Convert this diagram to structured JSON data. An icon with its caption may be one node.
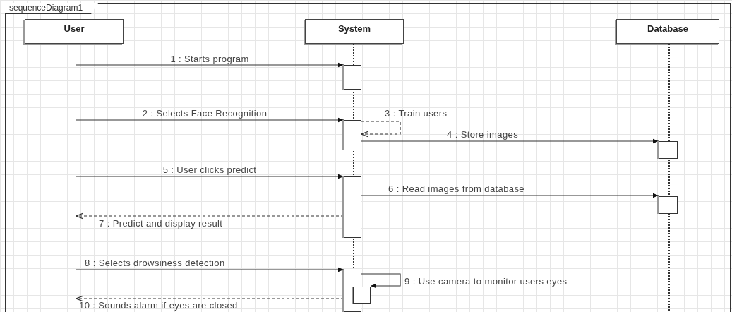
{
  "diagram": {
    "title": "sequenceDiagram1",
    "nodes": [
      {
        "text": [
          "User"
        ]
      },
      {
        "text": [
          "System"
        ]
      },
      {
        "text": [
          "Database"
        ]
      },
      {
        "text": [],
        "shape": "line"
      },
      {
        "text": [],
        "shape": "line"
      },
      {
        "text": [],
        "shape": "line"
      },
      {
        "text": [],
        "shape": "bar",
        "in": 4
      },
      {
        "text": [],
        "shape": "bar",
        "in": 4
      },
      {
        "text": [],
        "shape": "bar",
        "in": 4
      },
      {
        "text": [],
        "shape": "bar",
        "in": 4
      },
      {
        "text": [],
        "shape": "bar",
        "in": 4
      },
      {
        "text": [],
        "shape": "bar",
        "in": 5
      },
      {
        "text": [],
        "shape": "bar",
        "in": 5
      }
    ],
    "edges": [
      {
        "from": 3,
        "to": 6,
        "arrow": "to",
        "label": "1 : Starts program"
      },
      {
        "from": 3,
        "to": 7,
        "arrow": "to",
        "label": "2 : Selects Face Recognition"
      },
      {
        "from": 7,
        "to": 7,
        "arrow": "to",
        "label": "3 : Train users",
        "style": "dashed"
      },
      {
        "from": 7,
        "to": 11,
        "arrow": "to",
        "label": "4 : Store images"
      },
      {
        "from": 3,
        "to": 8,
        "arrow": "to",
        "label": "5 : User clicks predict"
      },
      {
        "from": 8,
        "to": 12,
        "arrow": "to",
        "label": "6 : Read images from database"
      },
      {
        "from": 8,
        "to": 3,
        "arrow": "to",
        "label": "7 : Predict and display result",
        "style": "dashed"
      },
      {
        "from": 3,
        "to": 9,
        "arrow": "to",
        "label": "8 : Selects drowsiness detection"
      },
      {
        "from": 9,
        "to": 10,
        "arrow": "to",
        "label": "9 : Use camera to monitor users eyes"
      },
      {
        "from": 9,
        "to": 3,
        "arrow": "to",
        "label": "10 : Sounds alarm if eyes are closed",
        "style": "dashed"
      }
    ]
  }
}
